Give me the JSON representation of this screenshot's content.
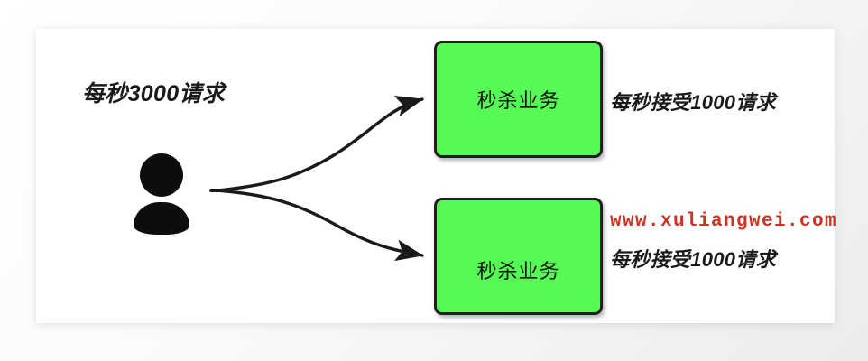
{
  "diagram": {
    "title_text_left": "每秒3000请求",
    "watermark": "www.xuliangwei.com",
    "user": {
      "icon_name": "user-person-icon"
    },
    "nodes": [
      {
        "id": "service-1",
        "label": "秒杀业务",
        "side_label": "每秒接受1000请求",
        "fill_color": "#55fa55",
        "border_color": "#1f1f1f"
      },
      {
        "id": "service-2",
        "label": "秒杀业务",
        "side_label": "每秒接受1000请求",
        "fill_color": "#55fa55",
        "border_color": "#1f1f1f"
      }
    ],
    "edges": [
      {
        "from": "user",
        "to": "service-1",
        "arrow": "curved-arrow-up"
      },
      {
        "from": "user",
        "to": "service-2",
        "arrow": "curved-arrow-down"
      }
    ],
    "colors": {
      "accent_green": "#55fa55",
      "watermark_red": "#cc3322",
      "stroke": "#1f1f1f",
      "card_background": "#ffffff",
      "page_background": "#ececec"
    }
  }
}
